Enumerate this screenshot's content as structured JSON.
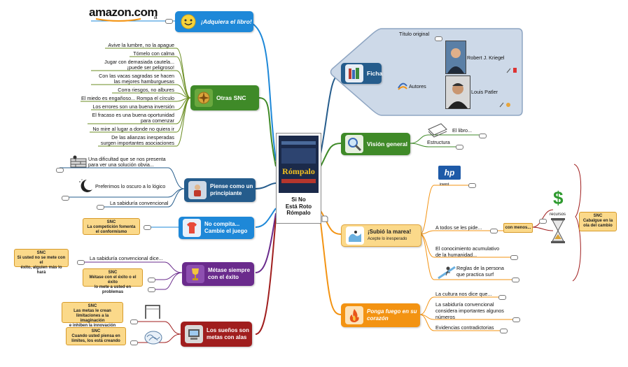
{
  "colors": {
    "blue": "#1e88d8",
    "darkblue": "#255c8c",
    "green": "#3f8a28",
    "olive": "#6b8e23",
    "orange": "#f39312",
    "purple": "#6a2b8c",
    "red": "#a01e1e",
    "note": "#fbd98a",
    "ficha_bg": "#cdd9e8"
  },
  "amazon_logo": "amazon.com",
  "amazon_suffix": "a",
  "center": {
    "title_line1": "Si No",
    "title_line2": "Está Roto",
    "title_line3": "Rómpalo",
    "book_text": "Rómpalo"
  },
  "branches": {
    "adquiera": {
      "label": "¡Adquiera el libro!",
      "icon": "smiley-icon"
    },
    "otras": {
      "label": "Otras SNC",
      "icon": "compass-icon"
    },
    "piense": {
      "label_line1": "Piense como un",
      "label_line2": "principiante",
      "icon": "thinker-icon"
    },
    "nocompita": {
      "label_line1": "No compita...",
      "label_line2": "Cambie el juego",
      "icon": "tshirt-icon"
    },
    "metase": {
      "label_line1": "Métase siempre",
      "label_line2": "con el éxito",
      "icon": "trophy-icon"
    },
    "suenos": {
      "label_line1": "Los sueños son",
      "label_line2": "metas con alas",
      "icon": "computer-icon"
    },
    "ficha": {
      "label": "Ficha",
      "icon": "books-icon"
    },
    "vision": {
      "label": "Visión general",
      "icon": "magnifier-icon"
    },
    "marea": {
      "label": "¡Subió la marea!",
      "sublabel": "Acepte lo inesperado",
      "icon": "wave-icon"
    },
    "fuego": {
      "label_line1": "Ponga fuego en su",
      "label_line2": "corazón",
      "icon": "fire-icon"
    }
  },
  "otras_items": [
    "Avive la lumbre, no la apague",
    "Tómelo con calma",
    "Jugar con demasiada cautela...",
    "¡puede ser peligroso!",
    "Con las vacas sagradas se hacen",
    "las mejores hamburguesas",
    "Corra riesgos, no albures",
    "El miedo es engañoso... Rompa el círculo",
    "Los errores son una buena inversión",
    "El fracaso es una buena oportunidad",
    "para comenzar",
    "No mire al lugar a donde no quiera ir",
    "De las alianzas inesperadas",
    "surgen importantes asociaciones"
  ],
  "piense_items": [
    "Una dificultad que se nos presenta",
    "para ver una solución obvia...",
    "Preferimos lo oscuro a lo lógico",
    "La sabiduría convencional"
  ],
  "nocompita_note": {
    "title": "SNC",
    "line1": "La competición fomenta",
    "line2": "el conformismo"
  },
  "metase_items": [
    "La sabiduría convencional dice..."
  ],
  "metase_notes": [
    {
      "title": "SNC",
      "line1": "Si usted no se mete con el",
      "line2": "éxito, alguien más lo hará"
    },
    {
      "title": "SNC",
      "line1": "Métase con el éxito o el éxito",
      "line2": "lo mete a usted en problemas"
    }
  ],
  "suenos_notes": [
    {
      "title": "SNC",
      "line1": "Las metas le crean",
      "line2": "limitaciones a la imaginación",
      "line3": "e inhiben la innovación"
    },
    {
      "title": "SNC",
      "line1": "Cuando usted piensa en",
      "line2": "límites, los está creando"
    }
  ],
  "ficha": {
    "titulo": "Título original",
    "autores": "Autores",
    "author1": "Robert J. Kriegel",
    "author2": "Louis Patler"
  },
  "vision_items": [
    "El libro...",
    "Estructura"
  ],
  "marea_items": {
    "todos": "A todos se les pide...",
    "conmenos": "con menos...",
    "recursos": "recursos",
    "conocimiento1": "El conocimiento acumulativo",
    "conocimiento2": "de la humanidad...",
    "reglas1": "Reglas de la persona",
    "reglas2": "que practica surf",
    "hp_sub": "invent"
  },
  "marea_note": {
    "title": "SNC",
    "line1": "Cabalgue en la",
    "line2": "ola del cambio"
  },
  "fuego_items": [
    "La cultura nos dice que...",
    "La sabiduría convencional",
    "considera importantes algunos",
    "números",
    "Evidencias contradictorias"
  ],
  "dollar_symbol": "$",
  "hp_logo": "hp"
}
